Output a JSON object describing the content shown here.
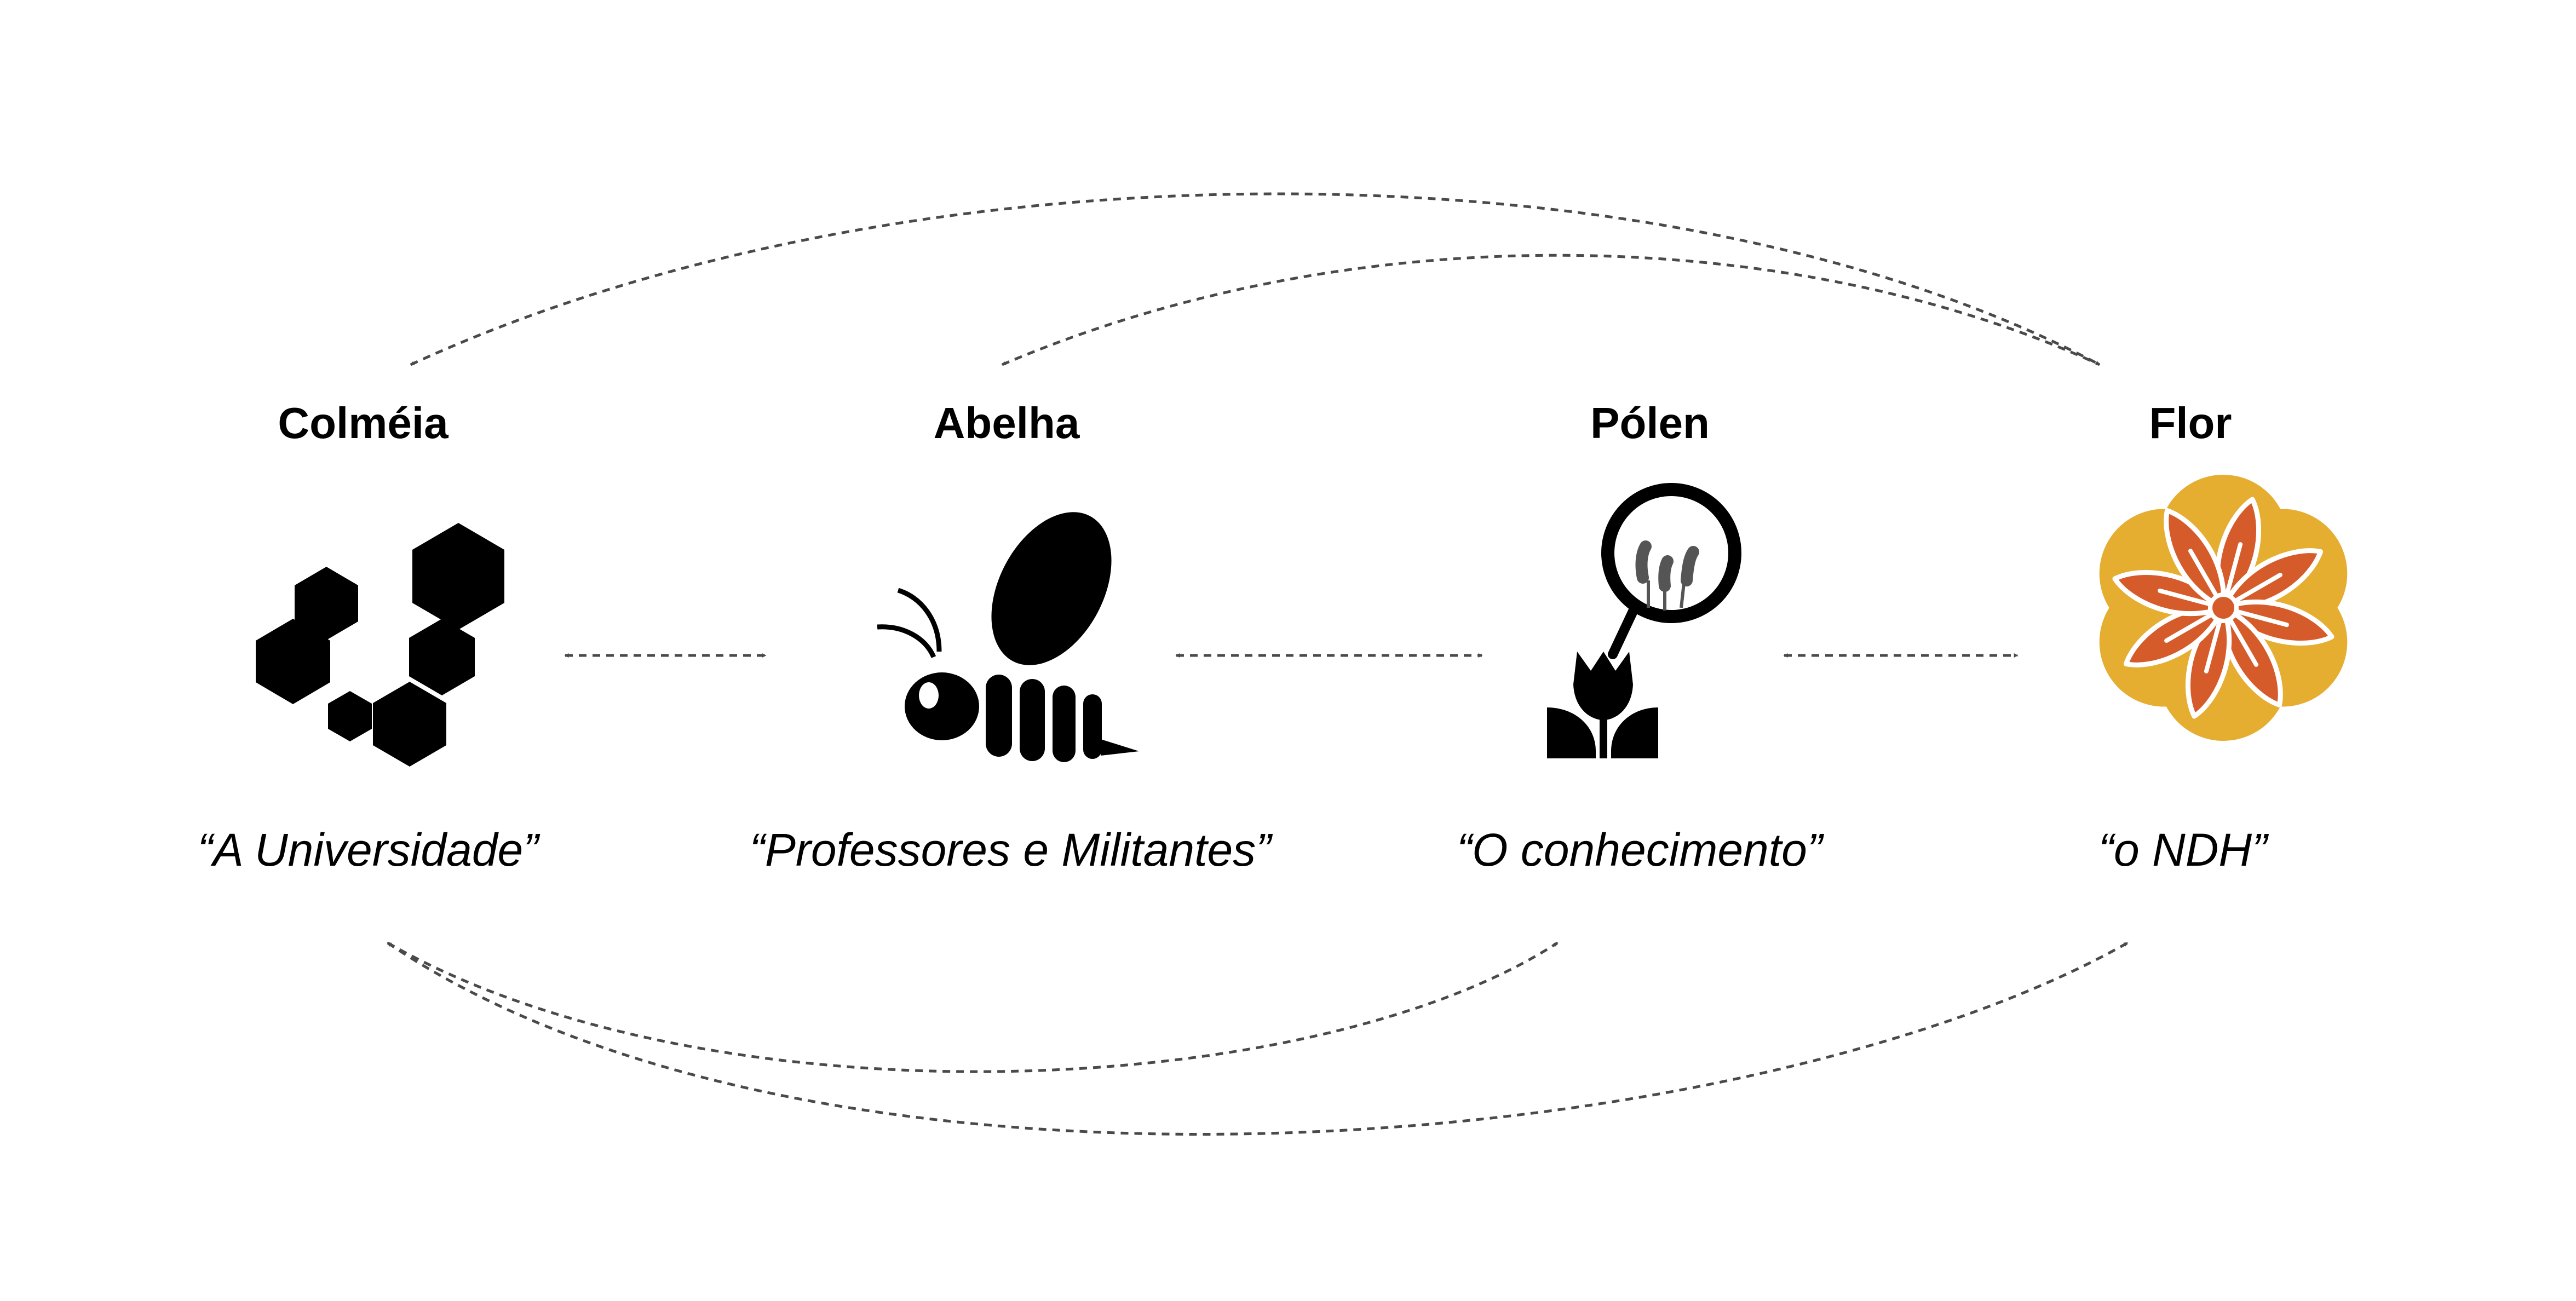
{
  "nodes": [
    {
      "id": "colmeia",
      "title": "Colméia",
      "caption": "“A Universidade”",
      "icon": "honeycomb-icon"
    },
    {
      "id": "abelha",
      "title": "Abelha",
      "caption": "“Professores e Militantes”",
      "icon": "bee-icon"
    },
    {
      "id": "polen",
      "title": "Pólen",
      "caption": "“O conhecimento”",
      "icon": "pollen-flower-icon"
    },
    {
      "id": "flor",
      "title": "Flor",
      "caption": "“o NDH”",
      "icon": "flower-icon"
    }
  ],
  "connections": [
    {
      "from": "colmeia",
      "to": "abelha",
      "style": "dashed",
      "arrows": "both"
    },
    {
      "from": "abelha",
      "to": "polen",
      "style": "dashed",
      "arrows": "both"
    },
    {
      "from": "polen",
      "to": "flor",
      "style": "dashed",
      "arrows": "both"
    },
    {
      "from": "colmeia",
      "to": "flor",
      "style": "dashed",
      "arrows": "both"
    },
    {
      "from": "abelha",
      "to": "flor",
      "style": "dashed",
      "arrows": "both"
    },
    {
      "from": "colmeia",
      "to": "polen",
      "style": "dashed",
      "arrows": "both"
    },
    {
      "from": "colmeia",
      "to": "flor",
      "style": "dashed",
      "arrows": "both"
    }
  ],
  "colors": {
    "text": "#000000",
    "connector": "#4a4a4a",
    "flower_outer": "#E5AE31",
    "flower_inner": "#D65B2A",
    "flower_outline": "#ffffff"
  }
}
